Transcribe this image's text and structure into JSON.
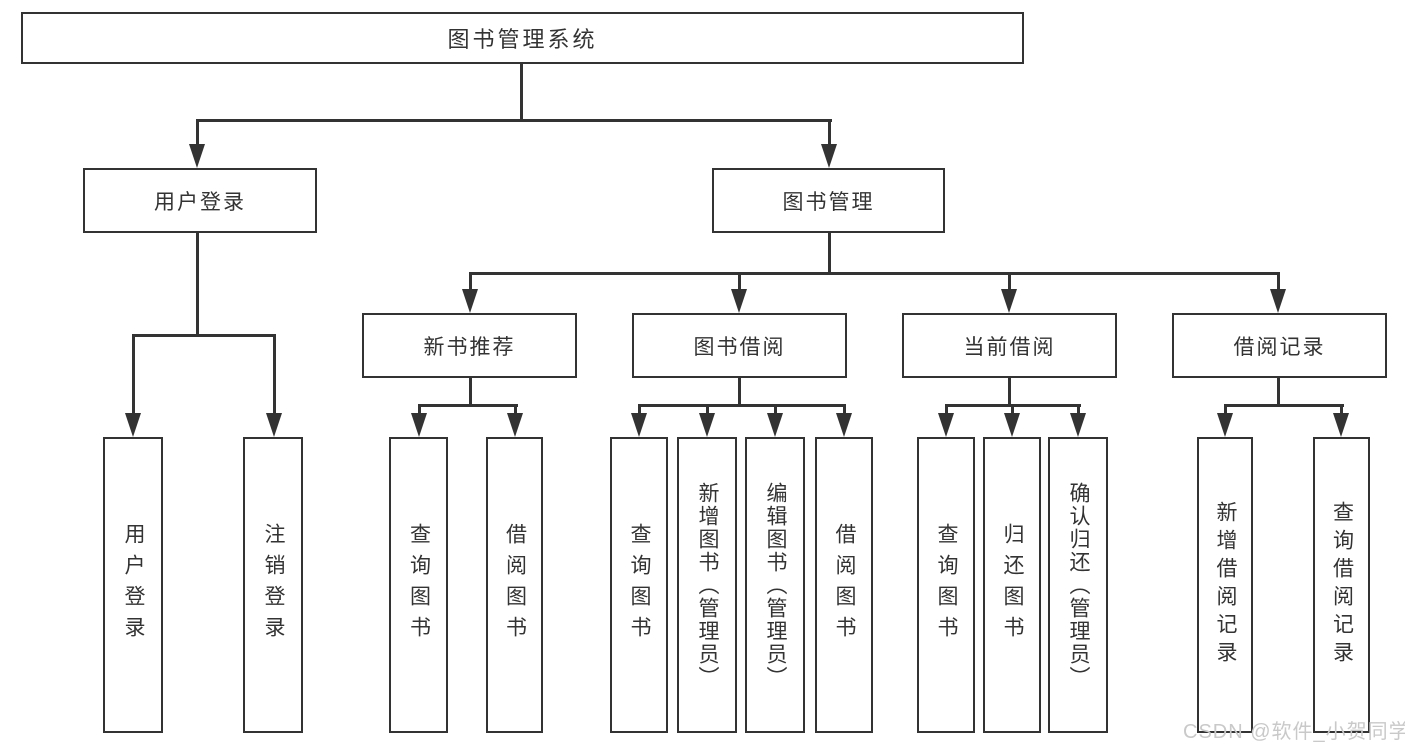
{
  "tree": {
    "label": "图书管理系统",
    "children": [
      {
        "label": "用户登录",
        "children": [
          {
            "label": "用户登录"
          },
          {
            "label": "注销登录"
          }
        ]
      },
      {
        "label": "图书管理",
        "children": [
          {
            "label": "新书推荐",
            "children": [
              {
                "label": "查询图书"
              },
              {
                "label": "借阅图书"
              }
            ]
          },
          {
            "label": "图书借阅",
            "children": [
              {
                "label": "查询图书"
              },
              {
                "label": "新增图书（管理员）"
              },
              {
                "label": "编辑图书（管理员）"
              },
              {
                "label": "借阅图书"
              }
            ]
          },
          {
            "label": "当前借阅",
            "children": [
              {
                "label": "查询图书"
              },
              {
                "label": "归还图书"
              },
              {
                "label": "确认归还（管理员）"
              }
            ]
          },
          {
            "label": "借阅记录",
            "children": [
              {
                "label": "新增借阅记录"
              },
              {
                "label": "查询借阅记录"
              }
            ]
          }
        ]
      }
    ]
  },
  "watermark": {
    "text": "CSDN @软件_小贺同学"
  },
  "colors": {
    "line": "#333333",
    "text": "#333333",
    "wm": "#c9c9c9",
    "bg": "#ffffff"
  }
}
